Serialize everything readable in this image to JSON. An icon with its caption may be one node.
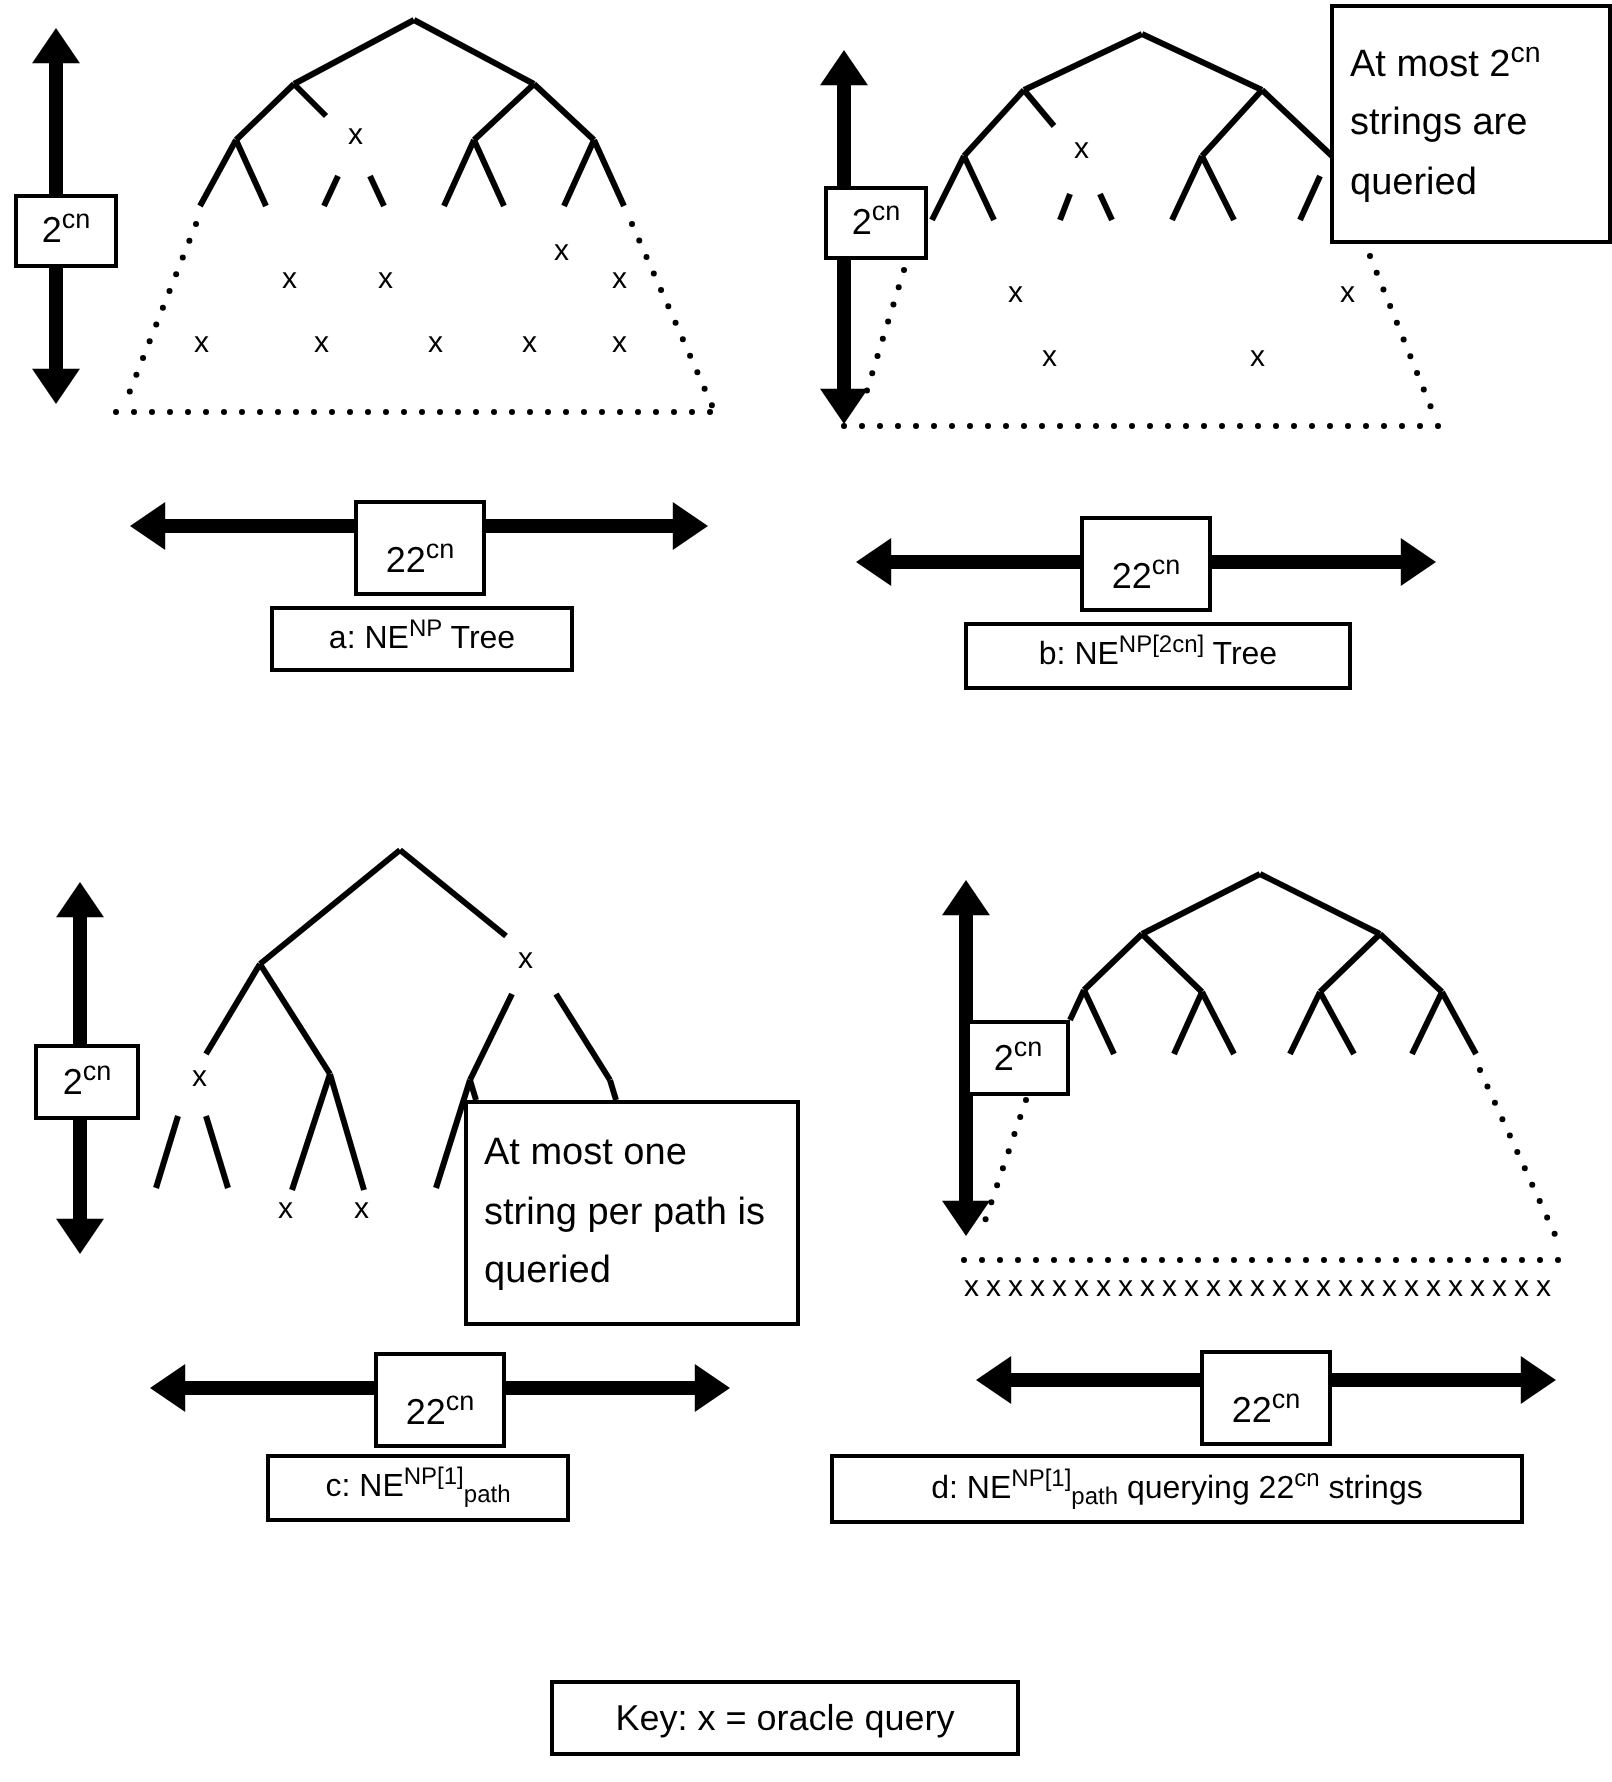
{
  "diagram": {
    "nodes": [
      {
        "text": [
          "2$^{cn}$"
        ]
      },
      {
        "text": [
          "22$^{cn}$"
        ]
      },
      {
        "text": [
          "a: NE$^{NP}$ Tree"
        ]
      },
      {
        "text": [
          "2$^{cn}$"
        ]
      },
      {
        "text": [
          "At most 2$^{cn}$ strings are queried"
        ]
      },
      {
        "text": [
          "22$^{cn}$"
        ]
      },
      {
        "text": [
          "b: NE$^{NP[2cn]}$ Tree"
        ]
      },
      {
        "text": [
          "2$^{cn}$"
        ]
      },
      {
        "text": [
          "At most one string per path is queried"
        ]
      },
      {
        "text": [
          "22$^{cn}$"
        ]
      },
      {
        "text": [
          "c: NE$^{NP[1]}$$_{path}$"
        ]
      },
      {
        "text": [
          "2$^{cn}$"
        ]
      },
      {
        "text": [
          "22$^{cn}$"
        ]
      },
      {
        "text": [
          "d: NE$^{NP[1]}$$_{path}$ querying 22$^{cn}$ strings"
        ]
      },
      {
        "text": [
          "Key: x = oracle query"
        ]
      }
    ],
    "labels": [
      "x",
      "x",
      "x",
      "x",
      "x",
      "x",
      "x",
      "x",
      "x",
      "x",
      "x",
      "x",
      "x",
      "x",
      "x",
      "x",
      "x",
      "x",
      "x",
      "xxxxxxxxxxxxxxxxxxxxxxxxxxx"
    ]
  }
}
